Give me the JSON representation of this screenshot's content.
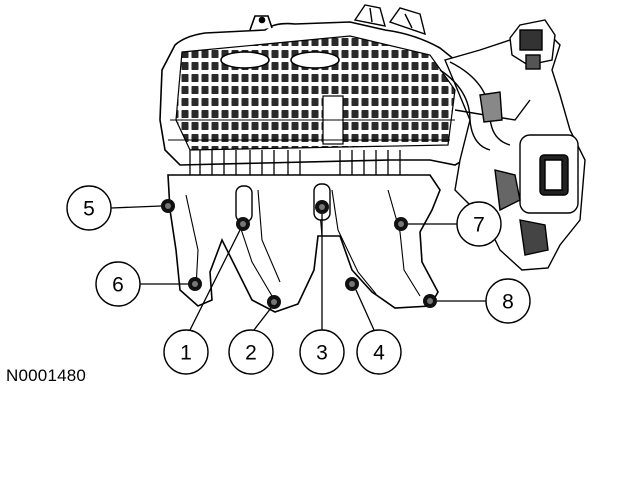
{
  "figure": {
    "id_label": "N0001480"
  },
  "callouts": [
    {
      "label": "1"
    },
    {
      "label": "2"
    },
    {
      "label": "3"
    },
    {
      "label": "4"
    },
    {
      "label": "5"
    },
    {
      "label": "6"
    },
    {
      "label": "7"
    },
    {
      "label": "8"
    }
  ]
}
